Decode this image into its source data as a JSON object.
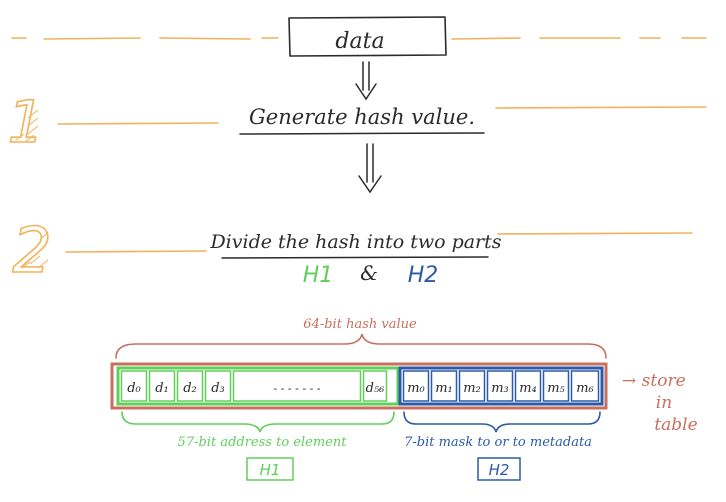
{
  "input_label": "data",
  "step1": {
    "number": "1",
    "text": "Generate hash value."
  },
  "step2": {
    "number": "2",
    "text": "Divide the hash into two parts",
    "part1": "H1",
    "amp": "&",
    "part2": "H2"
  },
  "hash_label": "64-bit hash value",
  "h1_cells": [
    "d₀",
    "d₁",
    "d₂",
    "d₃",
    "- - - - - - -",
    "d₅₆"
  ],
  "h2_cells": [
    "m₀",
    "m₁",
    "m₂",
    "m₃",
    "m₄",
    "m₅",
    "m₆"
  ],
  "store_note": [
    "→ store",
    "in",
    "table"
  ],
  "h1_desc": "57-bit address to element",
  "h1_tag": "H1",
  "h2_desc": "7-bit mask to or to metadata",
  "h2_tag": "H2",
  "colors": {
    "ink": "#2b2b2b",
    "orange": "#f2b25a",
    "green": "#5fcf5a",
    "blue": "#2b5aa8",
    "red": "#c8705e"
  }
}
